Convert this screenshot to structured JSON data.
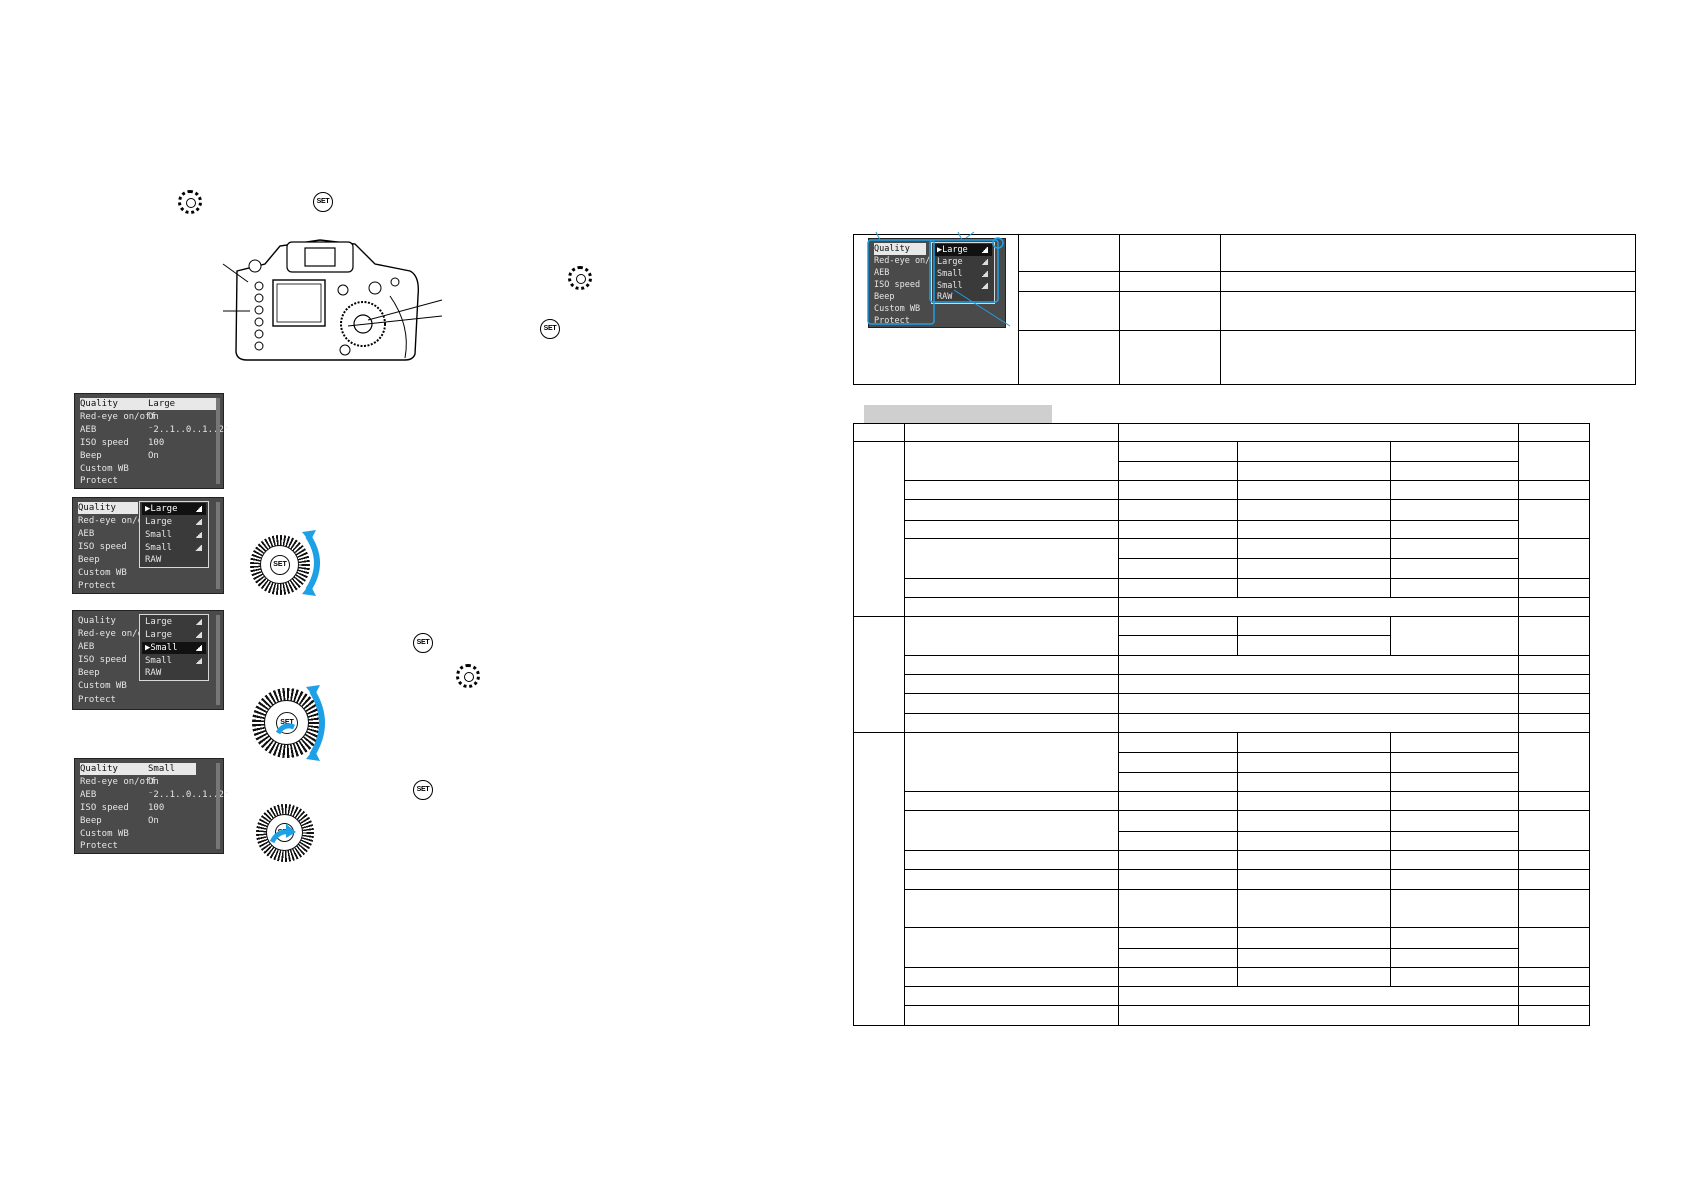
{
  "icons": {
    "main_dial": "main-dial-icon",
    "set_button": "set-button-icon",
    "quick_control_dial": "quick-control-dial-icon"
  },
  "set_label": "SET",
  "menu_screens": {
    "screen1": {
      "items": [
        {
          "label": "Quality",
          "value": "Large"
        },
        {
          "label": "Red-eye on/off",
          "value": "On"
        },
        {
          "label": "AEB",
          "value": "⁻2..1..0..1..2⁺"
        },
        {
          "label": "ISO speed",
          "value": "100"
        },
        {
          "label": "Beep",
          "value": "On"
        },
        {
          "label": "Custom WB",
          "value": ""
        },
        {
          "label": "Protect",
          "value": ""
        }
      ]
    },
    "screen2": {
      "items": [
        "Quality",
        "Red-eye on/off",
        "AEB",
        "ISO speed",
        "Beep",
        "Custom WB",
        "Protect"
      ],
      "popup": [
        "▶Large",
        "Large",
        "Small",
        "Small",
        "RAW"
      ]
    },
    "screen3": {
      "items": [
        "Quality",
        "Red-eye on/off",
        "AEB",
        "ISO speed",
        "Beep",
        "Custom WB",
        "Protect"
      ],
      "popup": [
        "Large",
        "Large",
        "▶Small",
        "Small",
        "RAW"
      ]
    },
    "screen4": {
      "items": [
        {
          "label": "Quality",
          "value": "Small"
        },
        {
          "label": "Red-eye on/off",
          "value": "On"
        },
        {
          "label": "AEB",
          "value": "⁻2..1..0..1..2⁺"
        },
        {
          "label": "ISO speed",
          "value": "100"
        },
        {
          "label": "Beep",
          "value": "On"
        },
        {
          "label": "Custom WB",
          "value": ""
        },
        {
          "label": "Protect",
          "value": ""
        }
      ]
    },
    "screen5": {
      "items": [
        "Quality",
        "Red-eye on/off",
        "AEB",
        "ISO speed",
        "Beep",
        "Custom WB",
        "Protect"
      ],
      "popup": [
        "▶Large",
        "Large",
        "Small",
        "Small",
        "RAW"
      ]
    }
  },
  "colors": {
    "lcd_bg": "#4a4a4a",
    "arrow_blue": "#1ea0e6",
    "table_header_shade": "#cfcfcf"
  }
}
